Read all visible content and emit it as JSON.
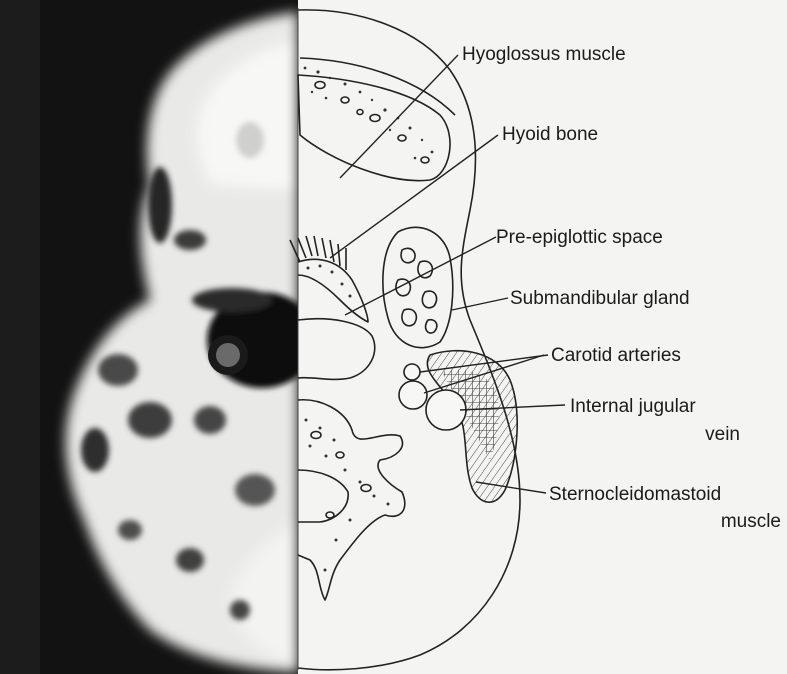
{
  "labels": {
    "hyoglossus": "Hyoglossus muscle",
    "hyoid": "Hyoid bone",
    "preepiglottic": "Pre-epiglottic space",
    "submandibular": "Submandibular gland",
    "carotid": "Carotid arteries",
    "jugular_line1": "Internal jugular",
    "jugular_line2": "vein",
    "scm_line1": "Sternocleidomastoid",
    "scm_line2": "muscle"
  },
  "colors": {
    "background": "#f4f4f2",
    "ink": "#222222",
    "scan_dark": "#0e0e0e",
    "scan_light": "#e8e8e6"
  }
}
